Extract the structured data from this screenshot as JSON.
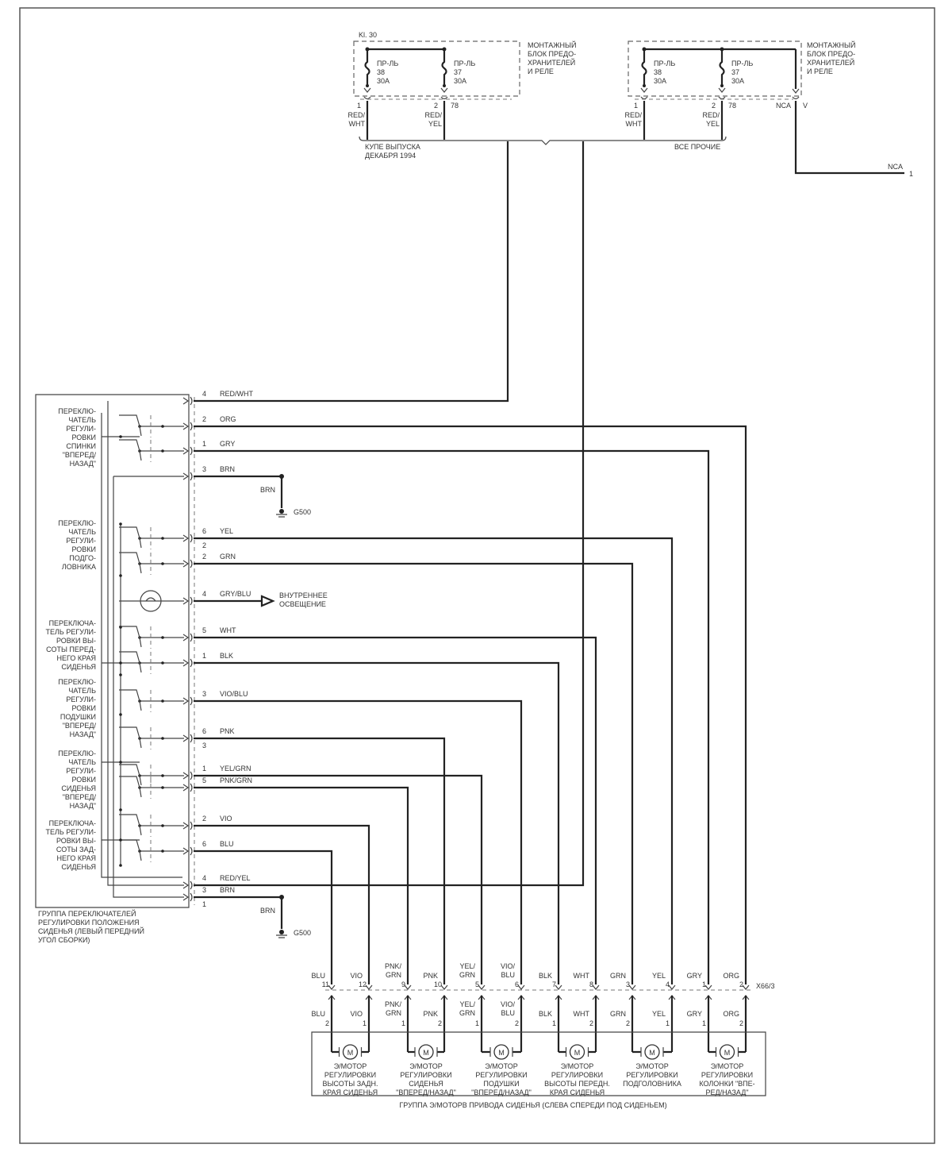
{
  "fuse_blocks": [
    {
      "supply_label": "Kl. 30",
      "block_text": [
        "МОНТАЖНЫЙ",
        "БЛОК ПРЕДО-",
        "ХРАНИТЕЛЕЙ",
        "И РЕЛЕ"
      ],
      "fuses": [
        {
          "text": [
            "ПР-ЛЬ",
            "38",
            "30A"
          ]
        },
        {
          "text": [
            "ПР-ЛЬ",
            "37",
            "30A"
          ]
        }
      ],
      "outputs": [
        {
          "pin": "1",
          "color": [
            "RED/",
            "WHT"
          ]
        },
        {
          "pin": "2",
          "color": [
            "RED/",
            "YEL"
          ],
          "connector": "78"
        }
      ]
    },
    {
      "block_text": [
        "МОНТАЖНЫЙ",
        "БЛОК ПРЕДО-",
        "ХРАНИТЕЛЕЙ",
        "И РЕЛЕ"
      ],
      "fuses": [
        {
          "text": [
            "ПР-ЛЬ",
            "38",
            "30A"
          ]
        },
        {
          "text": [
            "ПР-ЛЬ",
            "37",
            "30A"
          ]
        }
      ],
      "outputs": [
        {
          "pin": "1",
          "color": [
            "RED/",
            "WHT"
          ]
        },
        {
          "pin": "2",
          "color": [
            "RED/",
            "YEL"
          ],
          "connector": "78"
        }
      ],
      "nca": {
        "label": "NCA",
        "connector": "V"
      }
    }
  ],
  "variants": {
    "left": [
      "КУПЕ ВЫПУСКА",
      "ДЕКАБРЯ 1994"
    ],
    "right": "ВСЕ ПРОЧИЕ"
  },
  "nca_out": {
    "label": "NCA",
    "ref": "1"
  },
  "switch_rows": [
    {
      "pin": "4",
      "color": "RED/WHT"
    },
    {
      "pin": "2",
      "color": "ORG"
    },
    {
      "pin": "1",
      "color": "GRY"
    },
    {
      "pin": "3",
      "color": "BRN"
    },
    {
      "pin": "6",
      "color": "YEL",
      "sub": "2"
    },
    {
      "pin": "2",
      "color": "GRN"
    },
    {
      "pin": "4",
      "color": "GRY/BLU"
    },
    {
      "pin": "5",
      "color": "WHT"
    },
    {
      "pin": "1",
      "color": "BLK"
    },
    {
      "pin": "3",
      "color": "VIO/BLU"
    },
    {
      "pin": "6",
      "color": "PNK",
      "sub": "3"
    },
    {
      "pin": "1",
      "color": "YEL/GRN"
    },
    {
      "pin": "5",
      "color": "PNK/GRN"
    },
    {
      "pin": "2",
      "color": "VIO"
    },
    {
      "pin": "6",
      "color": "BLU"
    },
    {
      "pin": "4",
      "color": "RED/YEL"
    },
    {
      "pin": "3",
      "color": "BRN",
      "sub": "1"
    }
  ],
  "grounds": [
    {
      "wire": "BRN",
      "label": "G500"
    },
    {
      "wire": "BRN",
      "label": "G500"
    }
  ],
  "interior_light": [
    "ВНУТРЕННЕЕ",
    "ОСВЕЩЕНИЕ"
  ],
  "switches": [
    [
      "ПЕРЕКЛЮ-",
      "ЧАТЕЛЬ",
      "РЕГУЛИ-",
      "РОВКИ",
      "СПИНКИ",
      "\"ВПЕРЕД/",
      "НАЗАД\""
    ],
    [
      "ПЕРЕКЛЮ-",
      "ЧАТЕЛЬ",
      "РЕГУЛИ-",
      "РОВКИ",
      "ПОДГО-",
      "ЛОВНИКА"
    ],
    [
      "ПЕРЕКЛЮЧА-",
      "ТЕЛЬ РЕГУЛИ-",
      "РОВКИ ВЫ-",
      "СОТЫ ПЕРЕД-",
      "НЕГО КРАЯ",
      "СИДЕНЬЯ"
    ],
    [
      "ПЕРЕКЛЮ-",
      "ЧАТЕЛЬ",
      "РЕГУЛИ-",
      "РОВКИ",
      "ПОДУШКИ",
      "\"ВПЕРЕД/",
      "НАЗАД\""
    ],
    [
      "ПЕРЕКЛЮ-",
      "ЧАТЕЛЬ",
      "РЕГУЛИ-",
      "РОВКИ",
      "СИДЕНЬЯ",
      "\"ВПЕРЕД/",
      "НАЗАД\""
    ],
    [
      "ПЕРЕКЛЮЧА-",
      "ТЕЛЬ РЕГУЛИ-",
      "РОВКИ ВЫ-",
      "СОТЫ ЗАД-",
      "НЕГО КРАЯ",
      "СИДЕНЬЯ"
    ]
  ],
  "switch_group_caption": [
    "ГРУППА ПЕРЕКЛЮЧАТЕЛЕЙ",
    "РЕГУЛИРОВКИ ПОЛОЖЕНИЯ",
    "СИДЕНЬЯ (ЛЕВЫЙ ПЕРЕДНИЙ",
    "УГОЛ СБОРКИ)"
  ],
  "connector": {
    "name": "X66/3",
    "pins": [
      {
        "color": [
          "BLU"
        ],
        "pin": "11",
        "motor_pin": "2"
      },
      {
        "color": [
          "VIO"
        ],
        "pin": "12",
        "motor_pin": "1"
      },
      {
        "color": [
          "PNK/",
          "GRN"
        ],
        "pin": "9",
        "motor_pin": "1"
      },
      {
        "color": [
          "PNK"
        ],
        "pin": "10",
        "motor_pin": "2"
      },
      {
        "color": [
          "YEL/",
          "GRN"
        ],
        "pin": "5",
        "motor_pin": "1"
      },
      {
        "color": [
          "VIO/",
          "BLU"
        ],
        "pin": "6",
        "motor_pin": "2"
      },
      {
        "color": [
          "BLK"
        ],
        "pin": "7",
        "motor_pin": "1"
      },
      {
        "color": [
          "WHT"
        ],
        "pin": "8",
        "motor_pin": "2"
      },
      {
        "color": [
          "GRN"
        ],
        "pin": "3",
        "motor_pin": "2"
      },
      {
        "color": [
          "YEL"
        ],
        "pin": "4",
        "motor_pin": "1"
      },
      {
        "color": [
          "GRY"
        ],
        "pin": "1",
        "motor_pin": "1"
      },
      {
        "color": [
          "ORG"
        ],
        "pin": "2",
        "motor_pin": "2"
      }
    ]
  },
  "motors": [
    {
      "symbol": "M",
      "text": [
        "Э/МОТОР",
        "РЕГУЛИРОВКИ",
        "ВЫСОТЫ ЗАДН.",
        "КРАЯ СИДЕНЬЯ"
      ]
    },
    {
      "symbol": "M",
      "text": [
        "Э/МОТОР",
        "РЕГУЛИРОВКИ",
        "СИДЕНЬЯ",
        "\"ВПЕРЕД/НАЗАД\""
      ]
    },
    {
      "symbol": "M",
      "text": [
        "Э/МОТОР",
        "РЕГУЛИРОВКИ",
        "ПОДУШКИ",
        "\"ВПЕРЕД/НАЗАД\""
      ]
    },
    {
      "symbol": "M",
      "text": [
        "Э/МОТОР",
        "РЕГУЛИРОВКИ",
        "ВЫСОТЫ ПЕРЕДН.",
        "КРАЯ СИДЕНЬЯ"
      ]
    },
    {
      "symbol": "M",
      "text": [
        "Э/МОТОР",
        "РЕГУЛИРОВКИ",
        "ПОДГОЛОВНИКА"
      ]
    },
    {
      "symbol": "M",
      "text": [
        "Э/МОТОР",
        "РЕГУЛИРОВКИ",
        "КОЛОНКИ \"ВПЕ-",
        "РЕД/НАЗАД\""
      ]
    }
  ],
  "motor_group_caption": "ГРУППА Э/МОТОРВ ПРИВОДА СИДЕНЬЯ (СЛЕВА СПЕРЕДИ  ПОД СИДЕНЬЕМ)"
}
